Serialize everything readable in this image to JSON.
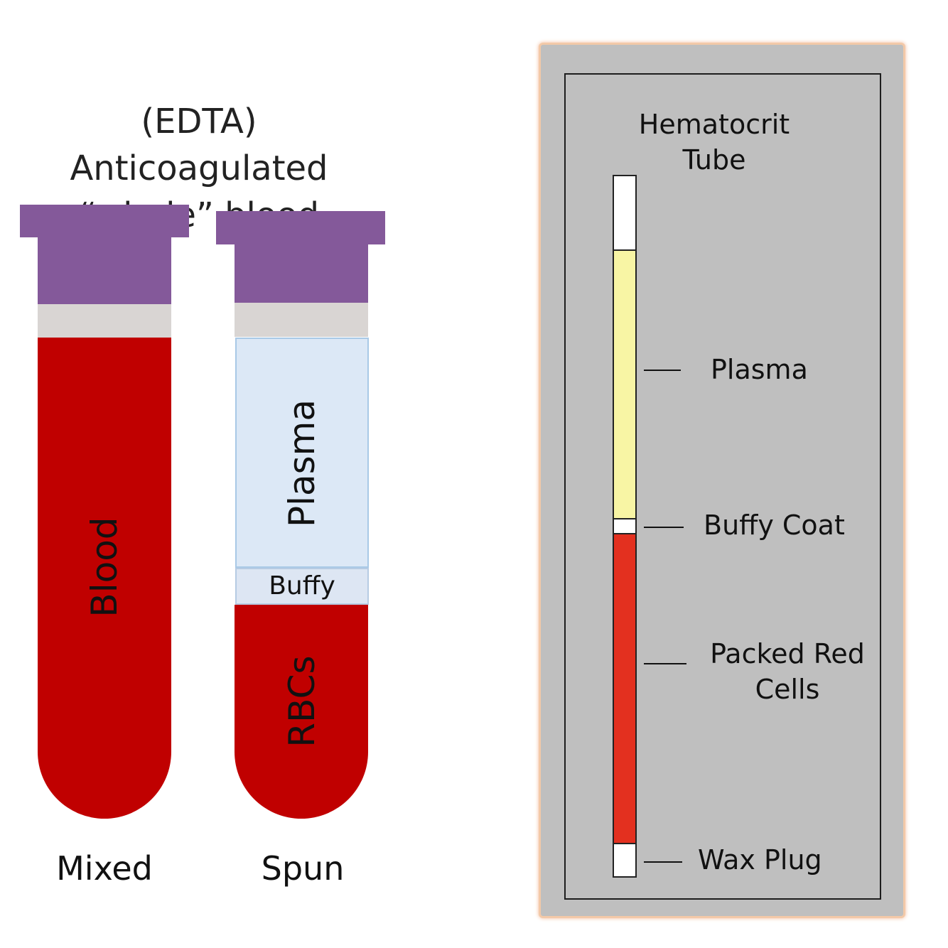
{
  "left_figure": {
    "title_line1": "(EDTA) Anticoagulated",
    "title_line2": "“whole” blood",
    "mixed_tube": {
      "label": "Blood",
      "caption": "Mixed"
    },
    "spun_tube": {
      "plasma_label": "Plasma",
      "buffy_label": "Buffy",
      "rbc_label": "RBCs",
      "caption": "Spun"
    },
    "colors": {
      "cap": "#84599a",
      "blood": "#c00000",
      "plasma": "#dce8f6"
    }
  },
  "right_figure": {
    "title_line1": "Hematocrit",
    "title_line2": "Tube",
    "labels": {
      "plasma": "Plasma",
      "buffy_coat": "Buffy Coat",
      "packed_line1": "Packed Red",
      "packed_line2": "Cells",
      "wax_plug": "Wax Plug"
    },
    "colors": {
      "plasma": "#f8f5a4",
      "cells": "#e3301f",
      "panel": "#bfbfbf"
    }
  }
}
